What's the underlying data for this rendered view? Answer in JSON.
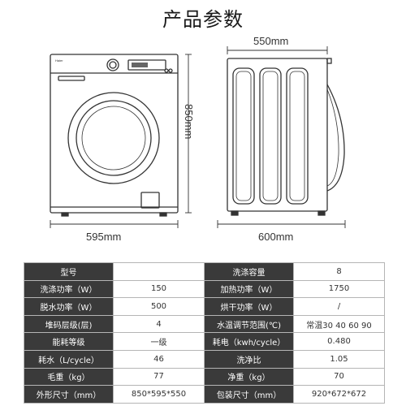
{
  "title": "产品参数",
  "dimensions": {
    "front_width": "595mm",
    "height": "850mm",
    "side_width_top": "550mm",
    "side_depth_bottom": "600mm"
  },
  "specs": [
    {
      "label1": "型号",
      "value1": "",
      "label2": "洗涤容量",
      "value2": "8"
    },
    {
      "label1": "洗涤功率（W）",
      "value1": "150",
      "label2": "加热功率（W）",
      "value2": "1750"
    },
    {
      "label1": "脱水功率（W）",
      "value1": "500",
      "label2": "烘干功率（W）",
      "value2": "/"
    },
    {
      "label1": "堆码层级(层)",
      "value1": "4",
      "label2": "水温调节范围(℃)",
      "value2": "常温30 40 60 90"
    },
    {
      "label1": "能耗等级",
      "value1": "一级",
      "label2": "耗电（kwh/cycle）",
      "value2": "0.480"
    },
    {
      "label1": "耗水（L/cycle）",
      "value1": "46",
      "label2": "洗净比",
      "value2": "1.05"
    },
    {
      "label1": "毛重（kg）",
      "value1": "77",
      "label2": "净重（kg）",
      "value2": "70"
    },
    {
      "label1": "外形尺寸（mm）",
      "value1": "850*595*550",
      "label2": "包装尺寸（mm）",
      "value2": "920*672*672"
    }
  ]
}
